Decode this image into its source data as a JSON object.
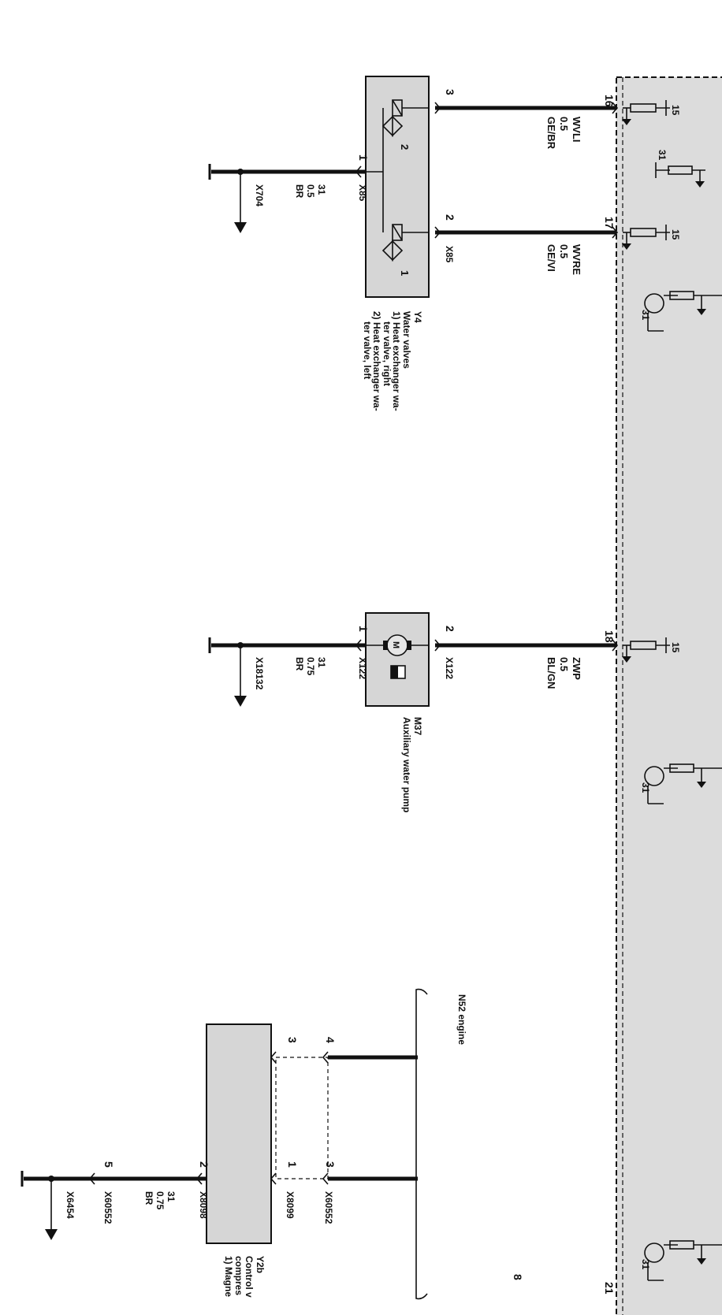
{
  "colors": {
    "component_fill": "#d6d6d6",
    "control_unit_fill": "#dcdcdc",
    "wire": "#111111"
  },
  "control_unit": {
    "pins": {
      "p16": "16",
      "p17": "17",
      "p18": "18",
      "p21": "21"
    },
    "terminals": {
      "t15": "15",
      "t31": "31"
    },
    "page_marker": "8"
  },
  "y4": {
    "id": "Y4",
    "title": "Water valves",
    "legend": [
      "1) Heat exchanger wa-",
      "ter valve, right",
      "2) Heat exchanger wa-",
      "ter valve, left"
    ],
    "connector": "X85",
    "pins": {
      "p1": "1",
      "p2": "2",
      "p3": "3"
    },
    "valve_labels": {
      "v1": "1",
      "v2": "2"
    },
    "wire_left": {
      "name": "WVLI",
      "size": "0.5",
      "color": "GE/BR"
    },
    "wire_right": {
      "name": "WVRE",
      "size": "0.5",
      "color": "GE/VI"
    },
    "ground": {
      "term": "31",
      "size": "0.5",
      "color": "BR",
      "point": "X704"
    }
  },
  "m37": {
    "id": "M37",
    "title": "Auxiliary water pump",
    "connector": "X122",
    "motor": "M",
    "pins": {
      "p1": "1",
      "p2": "2"
    },
    "wire": {
      "name": "ZWP",
      "size": "0.5",
      "color": "BL/GN"
    },
    "ground": {
      "term": "31",
      "size": "0.75",
      "color": "BR",
      "point": "X18132"
    }
  },
  "engine_label": "N52 engine",
  "y2b": {
    "id": "Y2b",
    "title_partial": [
      "Control v",
      "compres",
      "1) Magne"
    ],
    "conn_upper": "X60552",
    "conn_lower": "X8099",
    "conn_left": "X8098",
    "pins": {
      "p4": "4",
      "p3a": "3",
      "p3b": "3",
      "p1": "1",
      "p2": "2",
      "p5": "5"
    },
    "ground": {
      "term": "31",
      "size": "0.75",
      "color": "BR",
      "conn": "X60552",
      "point": "X6454"
    }
  }
}
